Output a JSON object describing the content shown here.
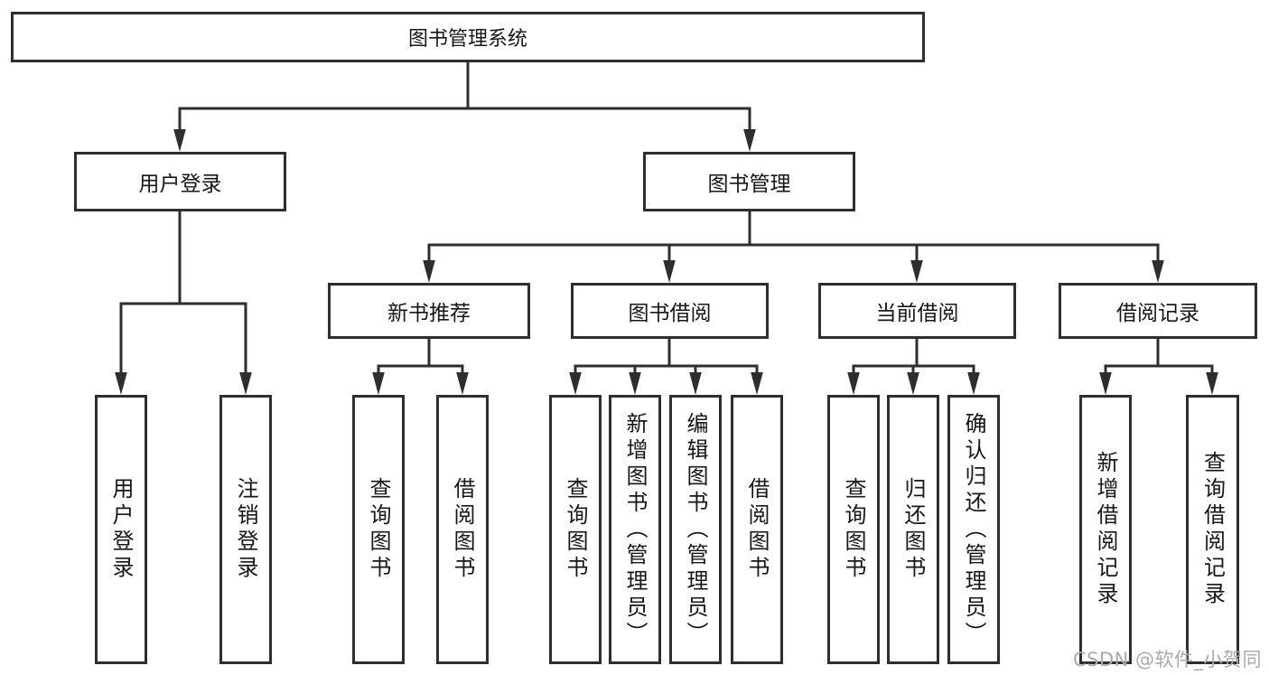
{
  "tree": {
    "root": "图书管理系统",
    "branches": [
      {
        "label": "用户登录",
        "children": [
          "用户登录",
          "注销登录"
        ]
      },
      {
        "label": "图书管理",
        "sections": [
          {
            "label": "新书推荐",
            "children": [
              "查询图书",
              "借阅图书"
            ]
          },
          {
            "label": "图书借阅",
            "children": [
              "查询图书",
              "新增图书（管理员）",
              "编辑图书（管理员）",
              "借阅图书"
            ]
          },
          {
            "label": "当前借阅",
            "children": [
              "查询图书",
              "归还图书",
              "确认归还（管理员）"
            ]
          },
          {
            "label": "借阅记录",
            "children": [
              "新增借阅记录",
              "查询借阅记录"
            ]
          }
        ]
      }
    ]
  },
  "watermark": {
    "text": "CSDN @软件_小贺同学"
  },
  "colors": {
    "line": "#2e2e2e",
    "box_border": "#2e2e2e",
    "box_fill": "#ffffff",
    "text": "#171717",
    "background": "#ffffff",
    "watermark": "#aaaaaa"
  }
}
